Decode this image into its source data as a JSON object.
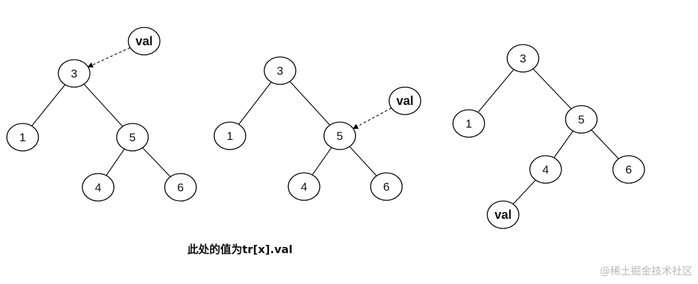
{
  "caption": "此处的值为tr[x].val",
  "watermark": "@稀土掘金技术社区",
  "trees": [
    {
      "nodes": [
        {
          "id": "3",
          "label": "3"
        },
        {
          "id": "1",
          "label": "1"
        },
        {
          "id": "5",
          "label": "5"
        },
        {
          "id": "4",
          "label": "4"
        },
        {
          "id": "6",
          "label": "6"
        },
        {
          "id": "val",
          "label": "val"
        }
      ],
      "edges": [
        [
          "3",
          "1"
        ],
        [
          "3",
          "5"
        ],
        [
          "5",
          "4"
        ],
        [
          "5",
          "6"
        ]
      ],
      "pointer": [
        "val",
        "3"
      ]
    },
    {
      "nodes": [
        {
          "id": "3",
          "label": "3"
        },
        {
          "id": "1",
          "label": "1"
        },
        {
          "id": "5",
          "label": "5"
        },
        {
          "id": "4",
          "label": "4"
        },
        {
          "id": "6",
          "label": "6"
        },
        {
          "id": "val",
          "label": "val"
        }
      ],
      "edges": [
        [
          "3",
          "1"
        ],
        [
          "3",
          "5"
        ],
        [
          "5",
          "4"
        ],
        [
          "5",
          "6"
        ]
      ],
      "pointer": [
        "val",
        "5"
      ]
    },
    {
      "nodes": [
        {
          "id": "3",
          "label": "3"
        },
        {
          "id": "1",
          "label": "1"
        },
        {
          "id": "5",
          "label": "5"
        },
        {
          "id": "4",
          "label": "4"
        },
        {
          "id": "6",
          "label": "6"
        },
        {
          "id": "val",
          "label": "val"
        }
      ],
      "edges": [
        [
          "3",
          "1"
        ],
        [
          "3",
          "5"
        ],
        [
          "5",
          "4"
        ],
        [
          "5",
          "6"
        ],
        [
          "4",
          "val"
        ]
      ],
      "pointer": null
    }
  ]
}
